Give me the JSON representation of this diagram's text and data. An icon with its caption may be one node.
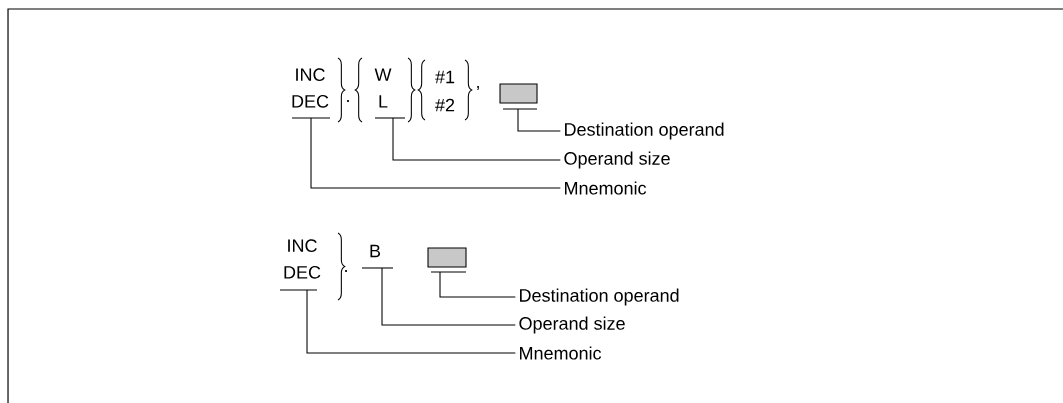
{
  "diagram": {
    "nodes": [
      {
        "text": [
          "INC",
          "DEC"
        ]
      },
      {
        "text": [
          "W",
          "L"
        ]
      },
      {
        "text": [],
        "shape": "box"
      },
      {
        "text": [
          "Destination operand"
        ]
      },
      {
        "text": [
          "Operand size"
        ]
      },
      {
        "text": [
          "Mnemonic"
        ]
      },
      {
        "text": [
          "INC",
          "DEC"
        ]
      },
      {
        "text": [
          "B"
        ]
      },
      {
        "text": [],
        "shape": "box"
      },
      {
        "text": [
          "Destination operand"
        ]
      },
      {
        "text": [
          "Operand size"
        ]
      },
      {
        "text": [
          "Mnemonic"
        ]
      }
    ],
    "edges": [
      {
        "from": 3,
        "to": 2,
        "arrow": "none"
      },
      {
        "from": 4,
        "to": 1,
        "arrow": "none"
      },
      {
        "from": 5,
        "to": 0,
        "arrow": "none"
      },
      {
        "from": 9,
        "to": 8,
        "arrow": "none"
      },
      {
        "from": 10,
        "to": 7,
        "arrow": "none"
      },
      {
        "from": 11,
        "to": 6,
        "arrow": "none"
      }
    ],
    "labels": [
      ".",
      "#1",
      "#2",
      ",",
      "."
    ]
  }
}
